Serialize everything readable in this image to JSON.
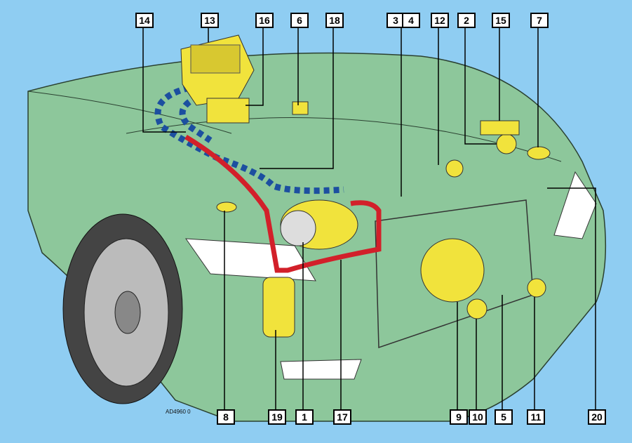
{
  "diagram": {
    "title": "Air conditioning circuit layout",
    "reference_code": "AD4960 0",
    "top_labels": [
      "14",
      "13",
      "16",
      "6",
      "18",
      "3",
      "4",
      "12",
      "2",
      "15",
      "7"
    ],
    "bottom_labels": [
      "8",
      "19",
      "1",
      "17",
      "9",
      "10",
      "5",
      "11",
      "20"
    ],
    "colors": {
      "background": "#8fcdf2",
      "body": "#8dc79b",
      "component": "#f1e33c",
      "high_pressure_hose": "#d2202a",
      "low_pressure_hose": "#1c4fa0"
    }
  }
}
